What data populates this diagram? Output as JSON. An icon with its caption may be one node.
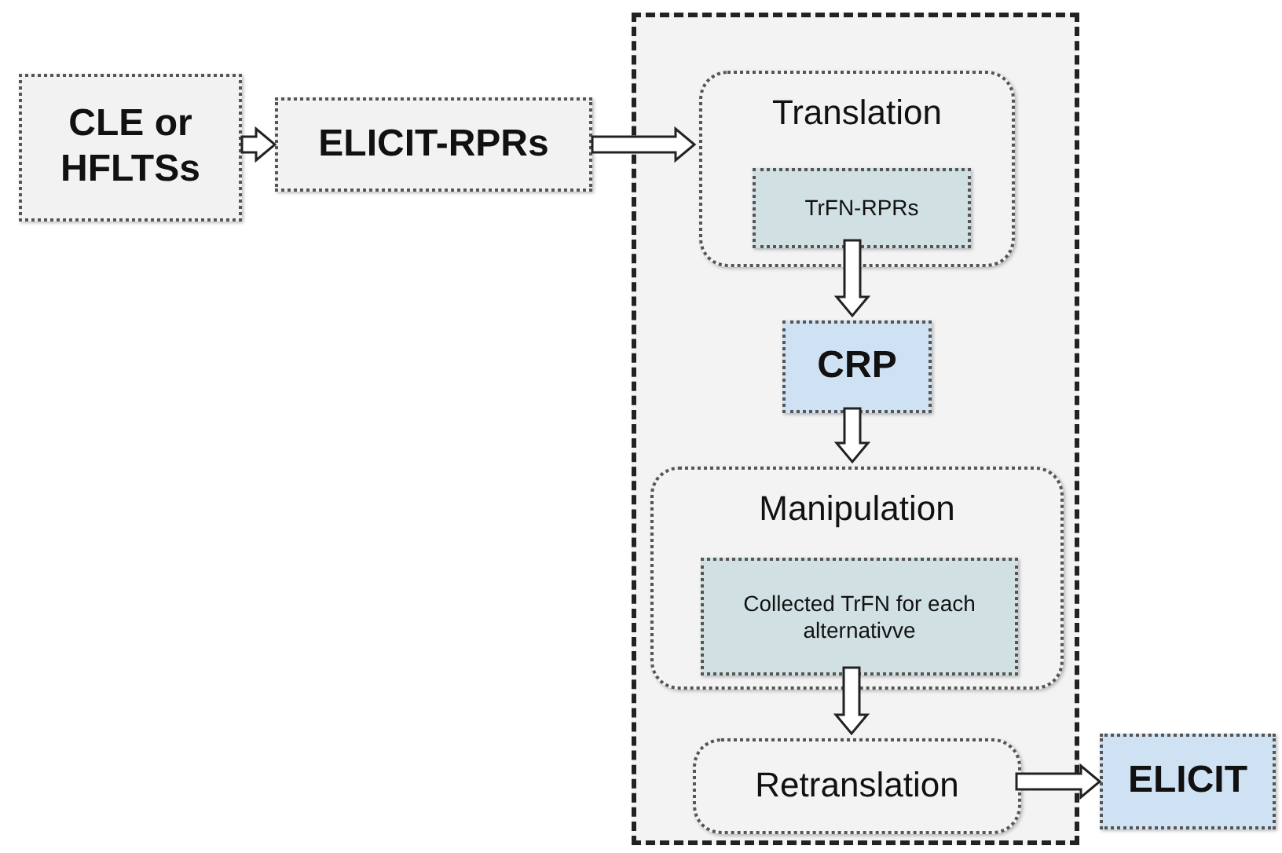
{
  "diagram": {
    "nodes": [
      {
        "text": [
          "CLE or HFLTSs"
        ]
      },
      {
        "text": [
          "ELICIT-RPRs"
        ]
      },
      {
        "text": [],
        "shape": "box"
      },
      {
        "text": [
          "Translation"
        ],
        "in": 2
      },
      {
        "text": [
          "TrFN-RPRs"
        ],
        "in": 3
      },
      {
        "text": [
          "CRP"
        ],
        "in": 2
      },
      {
        "text": [
          "Manipulation"
        ],
        "in": 2
      },
      {
        "text": [
          "Collected TrFN for each alternativve"
        ],
        "in": 6
      },
      {
        "text": [
          "Retranslation"
        ],
        "in": 2
      },
      {
        "text": [
          "ELICIT"
        ]
      }
    ],
    "edges": [
      {
        "from": 0,
        "to": 1,
        "arrow": "to"
      },
      {
        "from": 1,
        "to": 3,
        "arrow": "to"
      },
      {
        "from": 4,
        "to": 5,
        "arrow": "to"
      },
      {
        "from": 5,
        "to": 6,
        "arrow": "to"
      },
      {
        "from": 7,
        "to": 8,
        "arrow": "to"
      },
      {
        "from": 8,
        "to": 9,
        "arrow": "to"
      }
    ]
  }
}
